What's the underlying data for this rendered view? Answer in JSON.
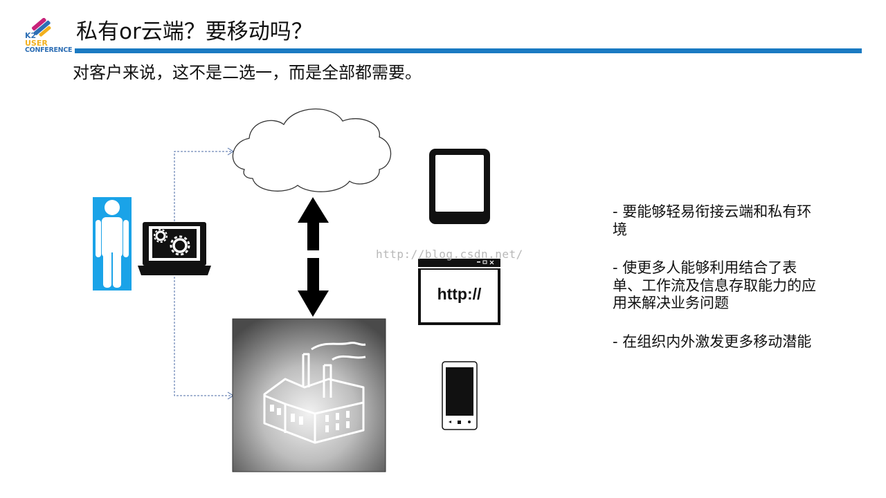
{
  "header": {
    "logo_line1": "K2",
    "logo_line2": "USER",
    "logo_line3": "CONFERENCE",
    "title": "私有or云端？要移动吗？",
    "subtitle": "对客户来说，这不是二选一，而是全部都需要。"
  },
  "diagram": {
    "browser_text": "http://",
    "watermark": "http://blog.csdn.net/",
    "icons": [
      "person-icon",
      "laptop-gears-icon",
      "cloud-icon",
      "bidirectional-arrow-icon",
      "factory-icon",
      "tablet-icon",
      "browser-window-icon",
      "smartphone-icon"
    ]
  },
  "bullets": [
    "- 要能够轻易衔接云端和私有环境",
    "- 使更多人能够利用结合了表单、工作流及信息存取能力的应用来解决业务问题",
    "- 在组织内外激发更多移动潜能"
  ],
  "colors": {
    "accent": "#1a7ac2",
    "person_bg": "#1aa3e8",
    "logo_blue": "#2e6fb5",
    "logo_yellow": "#f2b01e",
    "logo_magenta": "#c8237a"
  }
}
